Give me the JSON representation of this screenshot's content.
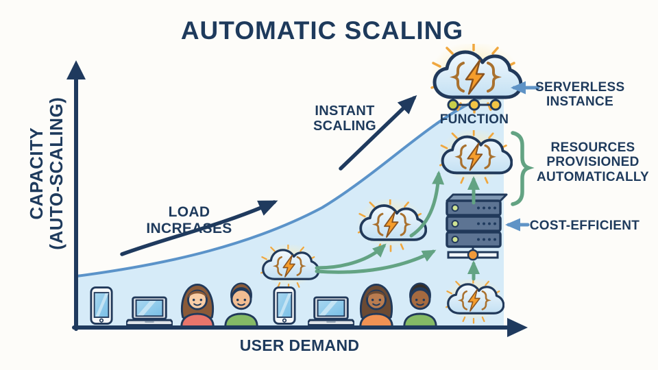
{
  "title": "AUTOMATIC SCALING",
  "axes": {
    "y_label": "CAPACITY\n(AUTO-SCALING)",
    "x_label": "USER DEMAND"
  },
  "annotations": {
    "load_increases": "LOAD INCREASES",
    "instant_scaling": "INSTANT\nSCALING",
    "function_label": "FUNCTION",
    "serverless_instance": "SERVERLESS\nINSTANCE",
    "resources_provisioned": "RESOURCES\nPROVISIONED\nAUTOMATICALLY",
    "cost_efficient": "COST-EFFICIENT"
  },
  "icons": {
    "scaling_clouds": [
      "function-cloud-top",
      "function-cloud-upper",
      "function-cloud-middle",
      "function-cloud-small-left",
      "function-cloud-bottom"
    ],
    "server": "server-stack-icon",
    "bottom_row": [
      "smartphone-icon",
      "laptop-icon",
      "woman-user-icon",
      "man-user-icon",
      "smartphone-icon",
      "laptop-icon",
      "woman-user-icon",
      "man-user-icon"
    ]
  },
  "colors": {
    "navy": "#1f3a5e",
    "curve_stroke": "#5b93c9",
    "curve_fill": "#d6ebf8",
    "green_arrow": "#63a383",
    "blue_arrow": "#5f93c6",
    "bolt_orange": "#f59d2c",
    "glow_yellow": "#fbe9b5",
    "server_body": "#5d7493"
  }
}
